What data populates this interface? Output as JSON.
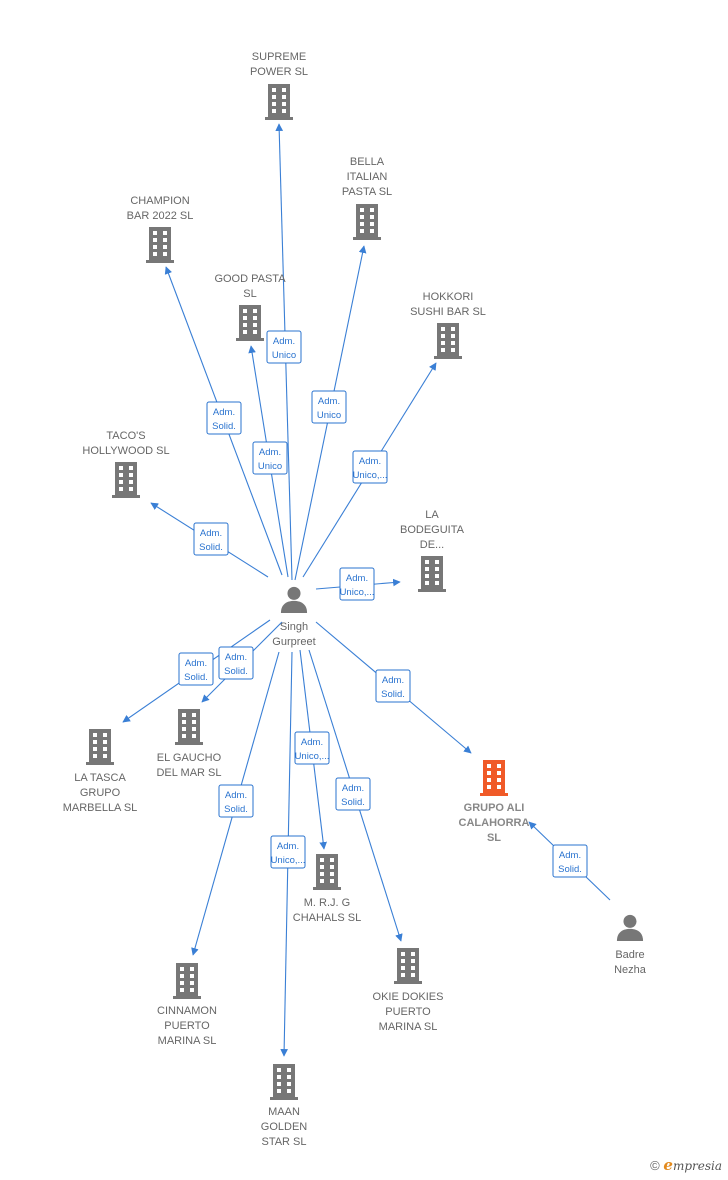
{
  "colors": {
    "edge": "#3a7fd5",
    "label_text": "#2a73cf",
    "company": "#777777",
    "company_highlight": "#f05a28",
    "person": "#777777"
  },
  "people": [
    {
      "id": "singh",
      "lines": [
        "Singh",
        "Gurpreet"
      ],
      "icon": "person-icon"
    },
    {
      "id": "badre",
      "lines": [
        "Badre",
        "Nezha"
      ],
      "icon": "person-icon"
    }
  ],
  "companies": [
    {
      "id": "supreme",
      "lines": [
        "SUPREME",
        "POWER  SL"
      ],
      "icon": "building-icon"
    },
    {
      "id": "bella",
      "lines": [
        "BELLA",
        "ITALIAN",
        "PASTA  SL"
      ],
      "icon": "building-icon"
    },
    {
      "id": "champion",
      "lines": [
        "CHAMPION",
        "BAR 2022  SL"
      ],
      "icon": "building-icon"
    },
    {
      "id": "goodpasta",
      "lines": [
        "GOOD PASTA",
        "SL"
      ],
      "icon": "building-icon"
    },
    {
      "id": "hokkori",
      "lines": [
        "HOKKORI",
        "SUSHI BAR  SL"
      ],
      "icon": "building-icon"
    },
    {
      "id": "tacos",
      "lines": [
        "TACO'S",
        "HOLLYWOOD SL"
      ],
      "icon": "building-icon"
    },
    {
      "id": "bodeguita",
      "lines": [
        "LA",
        "BODEGUITA",
        "DE..."
      ],
      "icon": "building-icon"
    },
    {
      "id": "latasca",
      "lines": [
        "LA TASCA",
        "GRUPO",
        "MARBELLA  SL"
      ],
      "icon": "building-icon"
    },
    {
      "id": "elgaucho",
      "lines": [
        "EL GAUCHO",
        "DEL MAR  SL"
      ],
      "icon": "building-icon"
    },
    {
      "id": "grupoali",
      "lines": [
        "GRUPO ALI",
        "CALAHORRA",
        "SL"
      ],
      "icon": "building-icon",
      "highlight": true
    },
    {
      "id": "mrj",
      "lines": [
        "M. R.J. G",
        "CHAHALS  SL"
      ],
      "icon": "building-icon"
    },
    {
      "id": "cinnamon",
      "lines": [
        "CINNAMON",
        "PUERTO",
        "MARINA  SL"
      ],
      "icon": "building-icon"
    },
    {
      "id": "okie",
      "lines": [
        "OKIE DOKIES",
        "PUERTO",
        "MARINA  SL"
      ],
      "icon": "building-icon"
    },
    {
      "id": "maan",
      "lines": [
        "MAAN",
        "GOLDEN",
        "STAR  SL"
      ],
      "icon": "building-icon"
    }
  ],
  "relations": [
    {
      "from": "singh",
      "to": "supreme",
      "label": [
        "Adm.",
        "Unico"
      ]
    },
    {
      "from": "singh",
      "to": "bella",
      "label": [
        "Adm.",
        "Unico"
      ]
    },
    {
      "from": "singh",
      "to": "champion",
      "label": [
        "Adm.",
        "Solid."
      ]
    },
    {
      "from": "singh",
      "to": "goodpasta",
      "label": [
        "Adm.",
        "Unico"
      ]
    },
    {
      "from": "singh",
      "to": "hokkori",
      "label": [
        "Adm.",
        "Unico,..."
      ]
    },
    {
      "from": "singh",
      "to": "tacos",
      "label": [
        "Adm.",
        "Solid."
      ]
    },
    {
      "from": "singh",
      "to": "bodeguita",
      "label": [
        "Adm.",
        "Unico,..."
      ]
    },
    {
      "from": "singh",
      "to": "latasca",
      "label": [
        "Adm.",
        "Solid."
      ]
    },
    {
      "from": "singh",
      "to": "elgaucho",
      "label": [
        "Adm.",
        "Solid."
      ]
    },
    {
      "from": "singh",
      "to": "grupoali",
      "label": [
        "Adm.",
        "Solid."
      ]
    },
    {
      "from": "singh",
      "to": "mrj",
      "label": [
        "Adm.",
        "Unico,..."
      ]
    },
    {
      "from": "singh",
      "to": "cinnamon",
      "label": [
        "Adm.",
        "Solid."
      ]
    },
    {
      "from": "singh",
      "to": "okie",
      "label": [
        "Adm.",
        "Solid."
      ]
    },
    {
      "from": "singh",
      "to": "maan",
      "label": [
        "Adm.",
        "Unico,..."
      ]
    },
    {
      "from": "badre",
      "to": "grupoali",
      "label": [
        "Adm.",
        "Solid."
      ]
    }
  ],
  "footer": {
    "copyright": "©",
    "brand_initial": "e",
    "brand_rest": "mpresia"
  }
}
